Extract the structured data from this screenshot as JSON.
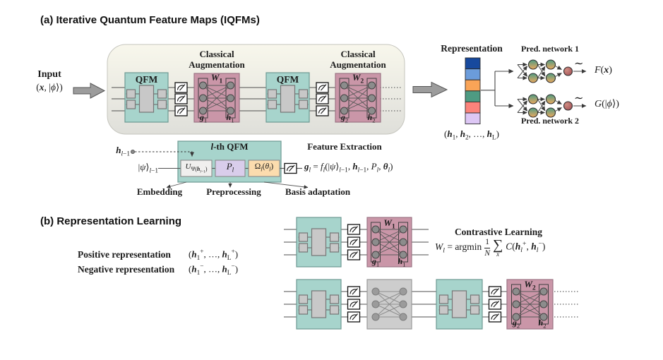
{
  "colors": {
    "teal_block": "#a7d4cc",
    "teal_border": "#6e9a93",
    "pink_block": "#ca96a8",
    "pink_border": "#9d7585",
    "gray_block": "#cdcdcd",
    "container_top": "#f8f7ec",
    "container_bottom": "#dfdfda",
    "embed_box": "#f0efee",
    "preprocess_box": "#d9cdeb",
    "basis_box": "#fcdcae",
    "node_green": "#4f9b82",
    "node_orange": "#eca95f",
    "node_red": "#a04a52"
  },
  "section_a": {
    "title": "(a) Iterative Quantum Feature Maps (IQFMs)",
    "input": {
      "label": "Input",
      "math": "(<b><i>x</i></b>, |<i>ϕ</i>⟩)"
    },
    "pipeline": {
      "qfm1_label": "QFM",
      "qfm2_label": "QFM",
      "aug1_label": "Classical<br>Augmentation",
      "aug2_label": "Classical<br>Augmentation",
      "w1_label": "<i>W</i><sub>1</sub>",
      "w2_label": "<i>W</i><sub>2</sub>",
      "g1_label": "<b><i>g</i></b><sub>1</sub>",
      "h1_label": "<b><i>h</i></b><sub>1</sub>",
      "g2_label": "<b><i>g</i></b><sub>2</sub>",
      "h2_label": "<b><i>h</i></b><sub>2</sub>"
    },
    "representation": {
      "title": "Representation",
      "cell_colors": [
        "#17499e",
        "#6b9cdb",
        "#f9a457",
        "#4e9b82",
        "#fb837b",
        "#ddc7f5"
      ],
      "caption": "(<b><i>h</i></b><sub>1</sub>, <b><i>h</i></b><sub>2</sub>, …, <b><i>h</i></b><sub>L</sub>)"
    },
    "pred_network_1": {
      "label": "Pred. network 1",
      "tilde": "∼",
      "output": "<i>F</i>(<b><i>x</i></b>)"
    },
    "pred_network_2": {
      "label": "Pred. network 2",
      "tilde": "∼",
      "output": "<i>G</i>(|<i>ϕ</i>⟩)"
    }
  },
  "qfm_detail": {
    "title": "<i>l</i>-th QFM",
    "h_input": "<b><i>h</i></b><sub><i>l</i>−1</sub>",
    "psi_input": "|<i>ψ</i>⟩<sub><i>l</i>−1</sub>",
    "embedding_box": "<i>U</i><sub>Ψ(<b><i>h</i></b><sub><i>l</i>−1</sub>)</sub>",
    "preprocess_box": "<i>P</i><sub><i>l</i></sub>",
    "basis_box": "Ω<sub><i>l</i></sub>(<i>θ</i><sub><i>l</i></sub>)",
    "feature_extraction_title": "Feature Extraction",
    "equation": "<b><i>g</i></b><sub><i>l</i></sub> = <i>f</i><sub><i>l</i></sub>(|<i>ψ</i>⟩<sub><i>l</i>−1</sub>, <b><i>h</i></b><sub><i>l</i>−1</sub>, <i>P</i><sub><i>l</i></sub>, <b><i>θ</i></b><sub><i>l</i></sub>)",
    "embedding_label": "Embedding",
    "preprocessing_label": "Preprocessing",
    "basis_label": "Basis adaptation"
  },
  "section_b": {
    "title": "(b) Representation Learning",
    "positive_label": "Positive representation",
    "positive_math": "(<b><i>h</i></b><sub>1</sub><sup>+</sup>, …, <b><i>h</i></b><sub>L</sub><sup>+</sup>)",
    "negative_label": "Negative representation",
    "negative_math": "(<b><i>h</i></b><sub>1</sub><sup>−</sup>, …, <b><i>h</i></b><sub>L</sub><sup>−</sup>)",
    "contrastive_title": "Contrastive Learning",
    "equation": {
      "lhs": "<i>W</i><sub><i>l</i></sub> = argmin",
      "frac_num": "1",
      "frac_den": "<i>N</i>",
      "sum": "∑",
      "sum_sub": "<i>x</i>",
      "rhs": "<i>C</i>(<b><i>h</i></b><sub><i>l</i></sub><sup>+</sup>, <b><i>h</i></b><sub><i>l</i></sub><sup>−</sup>)"
    },
    "circuit1": {
      "w_label": "<i>W</i><sub>1</sub>",
      "g_label": "<b><i>g</i></b><sub>1</sub>",
      "h_label": "<b><i>h</i></b><sub>1</sub>"
    },
    "circuit2": {
      "w_label": "<i>W</i><sub>2</sub>",
      "g_label": "<b><i>g</i></b><sub>2</sub>",
      "h_label": "<b><i>h</i></b><sub>2</sub>"
    }
  }
}
